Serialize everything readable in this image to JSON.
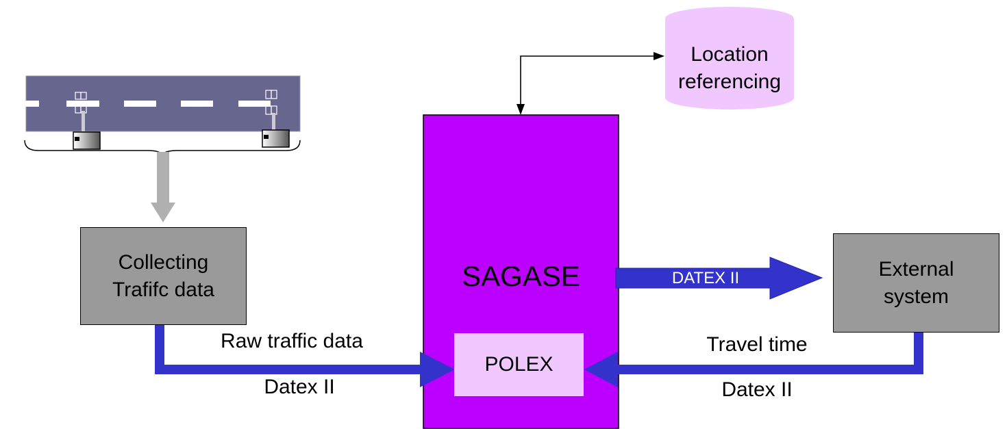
{
  "diagram": {
    "location_referencing": {
      "text": "Location\nreferencing"
    },
    "collecting_box": {
      "text": "Collecting\nTrafifc data"
    },
    "sagase_box": {
      "text": "SAGASE"
    },
    "polex_box": {
      "text": "POLEX"
    },
    "external_box": {
      "text": "External\nsystem"
    },
    "datex_arrow_label": "DATEX II",
    "raw_traffic_label": "Raw traffic data",
    "datex_left_label": "Datex II",
    "travel_time_label": "Travel time",
    "datex_right_label": "Datex II"
  },
  "colors": {
    "sagase_fill": "#BB00FF",
    "polex_fill": "#F0C8FF",
    "cylinder_fill": "#F0C8FF",
    "grey_box_fill": "#9A9A9A",
    "road_fill": "#66668F",
    "blue_arrow": "#3333CC",
    "gray_arrow": "#B0B0B0"
  },
  "icons": [
    "road-illustration",
    "sensor-icon",
    "database-cylinder"
  ]
}
